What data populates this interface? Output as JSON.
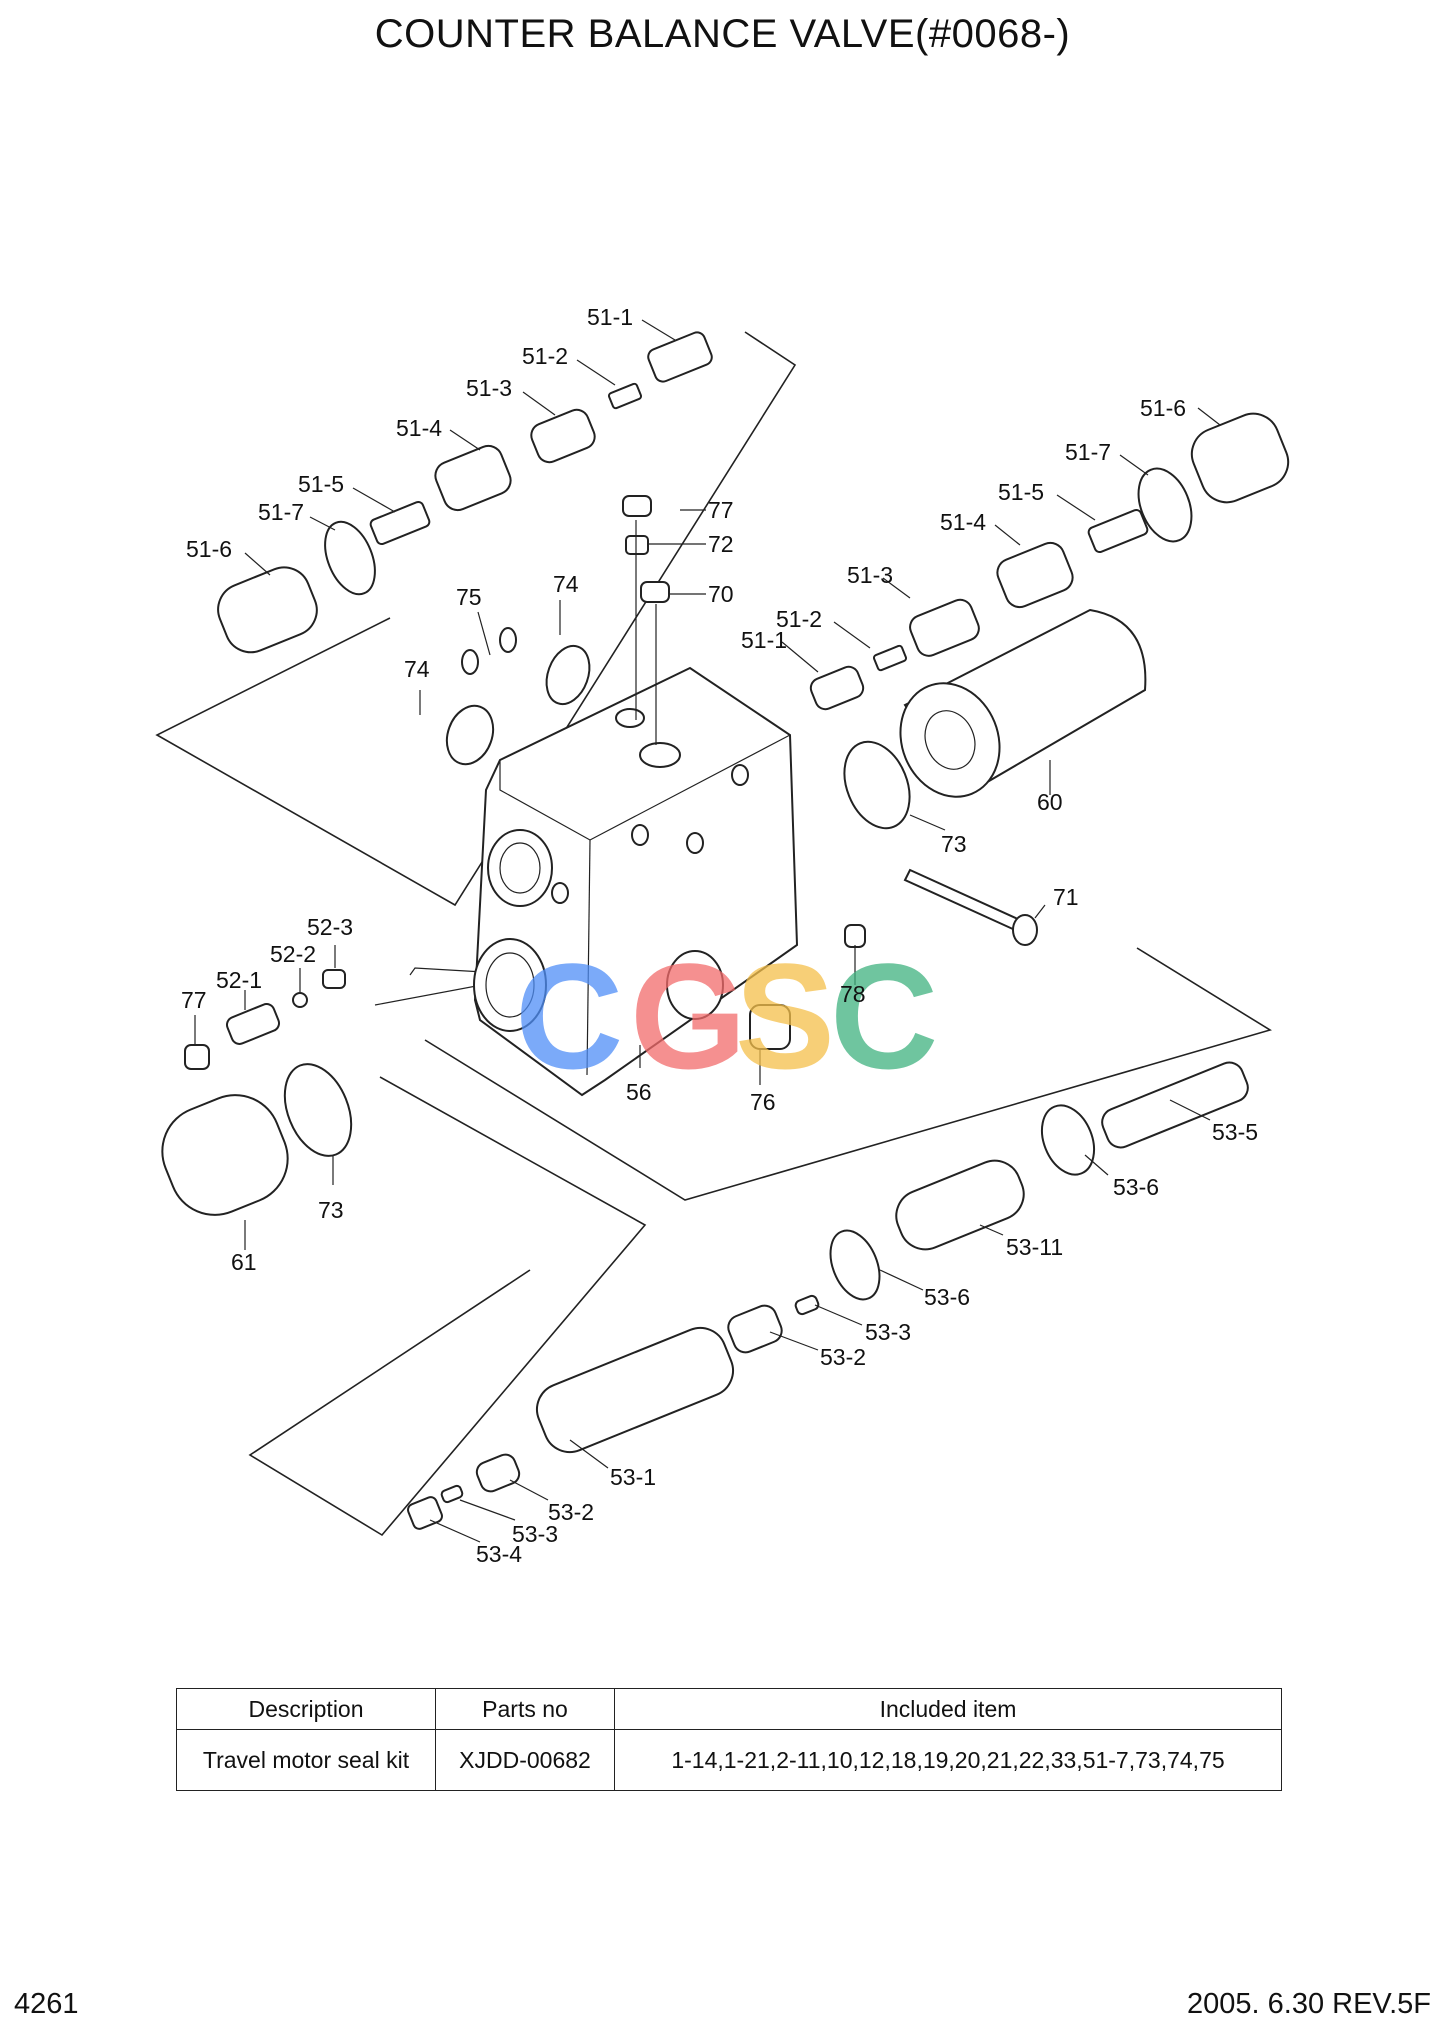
{
  "title": "COUNTER BALANCE VALVE(#0068-)",
  "watermark": {
    "letters": [
      "C",
      "G",
      "S",
      "C"
    ],
    "colors": [
      "#4f8ef7",
      "#f26b6b",
      "#f5c04a",
      "#3fb27f"
    ]
  },
  "labels": {
    "l51_1a": "51-1",
    "l51_2a": "51-2",
    "l51_3a": "51-3",
    "l51_4a": "51-4",
    "l51_5a": "51-5",
    "l51_7a": "51-7",
    "l51_6a": "51-6",
    "l51_6b": "51-6",
    "l51_7b": "51-7",
    "l51_5b": "51-5",
    "l51_4b": "51-4",
    "l51_3b": "51-3",
    "l51_2b": "51-2",
    "l51_1b": "51-1",
    "l77a": "77",
    "l72": "72",
    "l70": "70",
    "l75": "75",
    "l74a": "74",
    "l74b": "74",
    "l60": "60",
    "l73a": "73",
    "l71": "71",
    "l78": "78",
    "l52_3": "52-3",
    "l52_2": "52-2",
    "l52_1": "52-1",
    "l77b": "77",
    "l56": "56",
    "l76": "76",
    "l73b": "73",
    "l61": "61",
    "l53_5": "53-5",
    "l53_6a": "53-6",
    "l53_11": "53-11",
    "l53_6b": "53-6",
    "l53_3a": "53-3",
    "l53_2a": "53-2",
    "l53_1": "53-1",
    "l53_2b": "53-2",
    "l53_3b": "53-3",
    "l53_4": "53-4"
  },
  "table": {
    "headers": [
      "Description",
      "Parts no",
      "Included item"
    ],
    "row": {
      "description": "Travel motor seal kit",
      "parts_no": "XJDD-00682",
      "included": "1-14,1-21,2-11,10,12,18,19,20,21,22,33,51-7,73,74,75"
    }
  },
  "footer": {
    "page": "4261",
    "revision": "2005. 6.30  REV.5F"
  }
}
